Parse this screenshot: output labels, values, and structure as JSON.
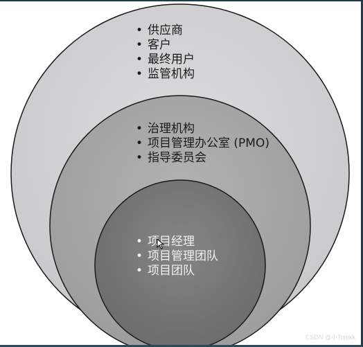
{
  "diagram": {
    "outer": {
      "items": [
        "供应商",
        "客户",
        "最终用户",
        "监管机构"
      ],
      "fill": "#d4d4d6"
    },
    "middle": {
      "items": [
        "治理机构",
        "项目管理办公室 (PMO)",
        "指导委员会"
      ],
      "fill": "#a9a9a9"
    },
    "inner": {
      "items": [
        "项目经理",
        "项目管理团队",
        "项目团队"
      ],
      "fill": "#777777"
    }
  },
  "watermark": "CSDN @小Tomkk"
}
